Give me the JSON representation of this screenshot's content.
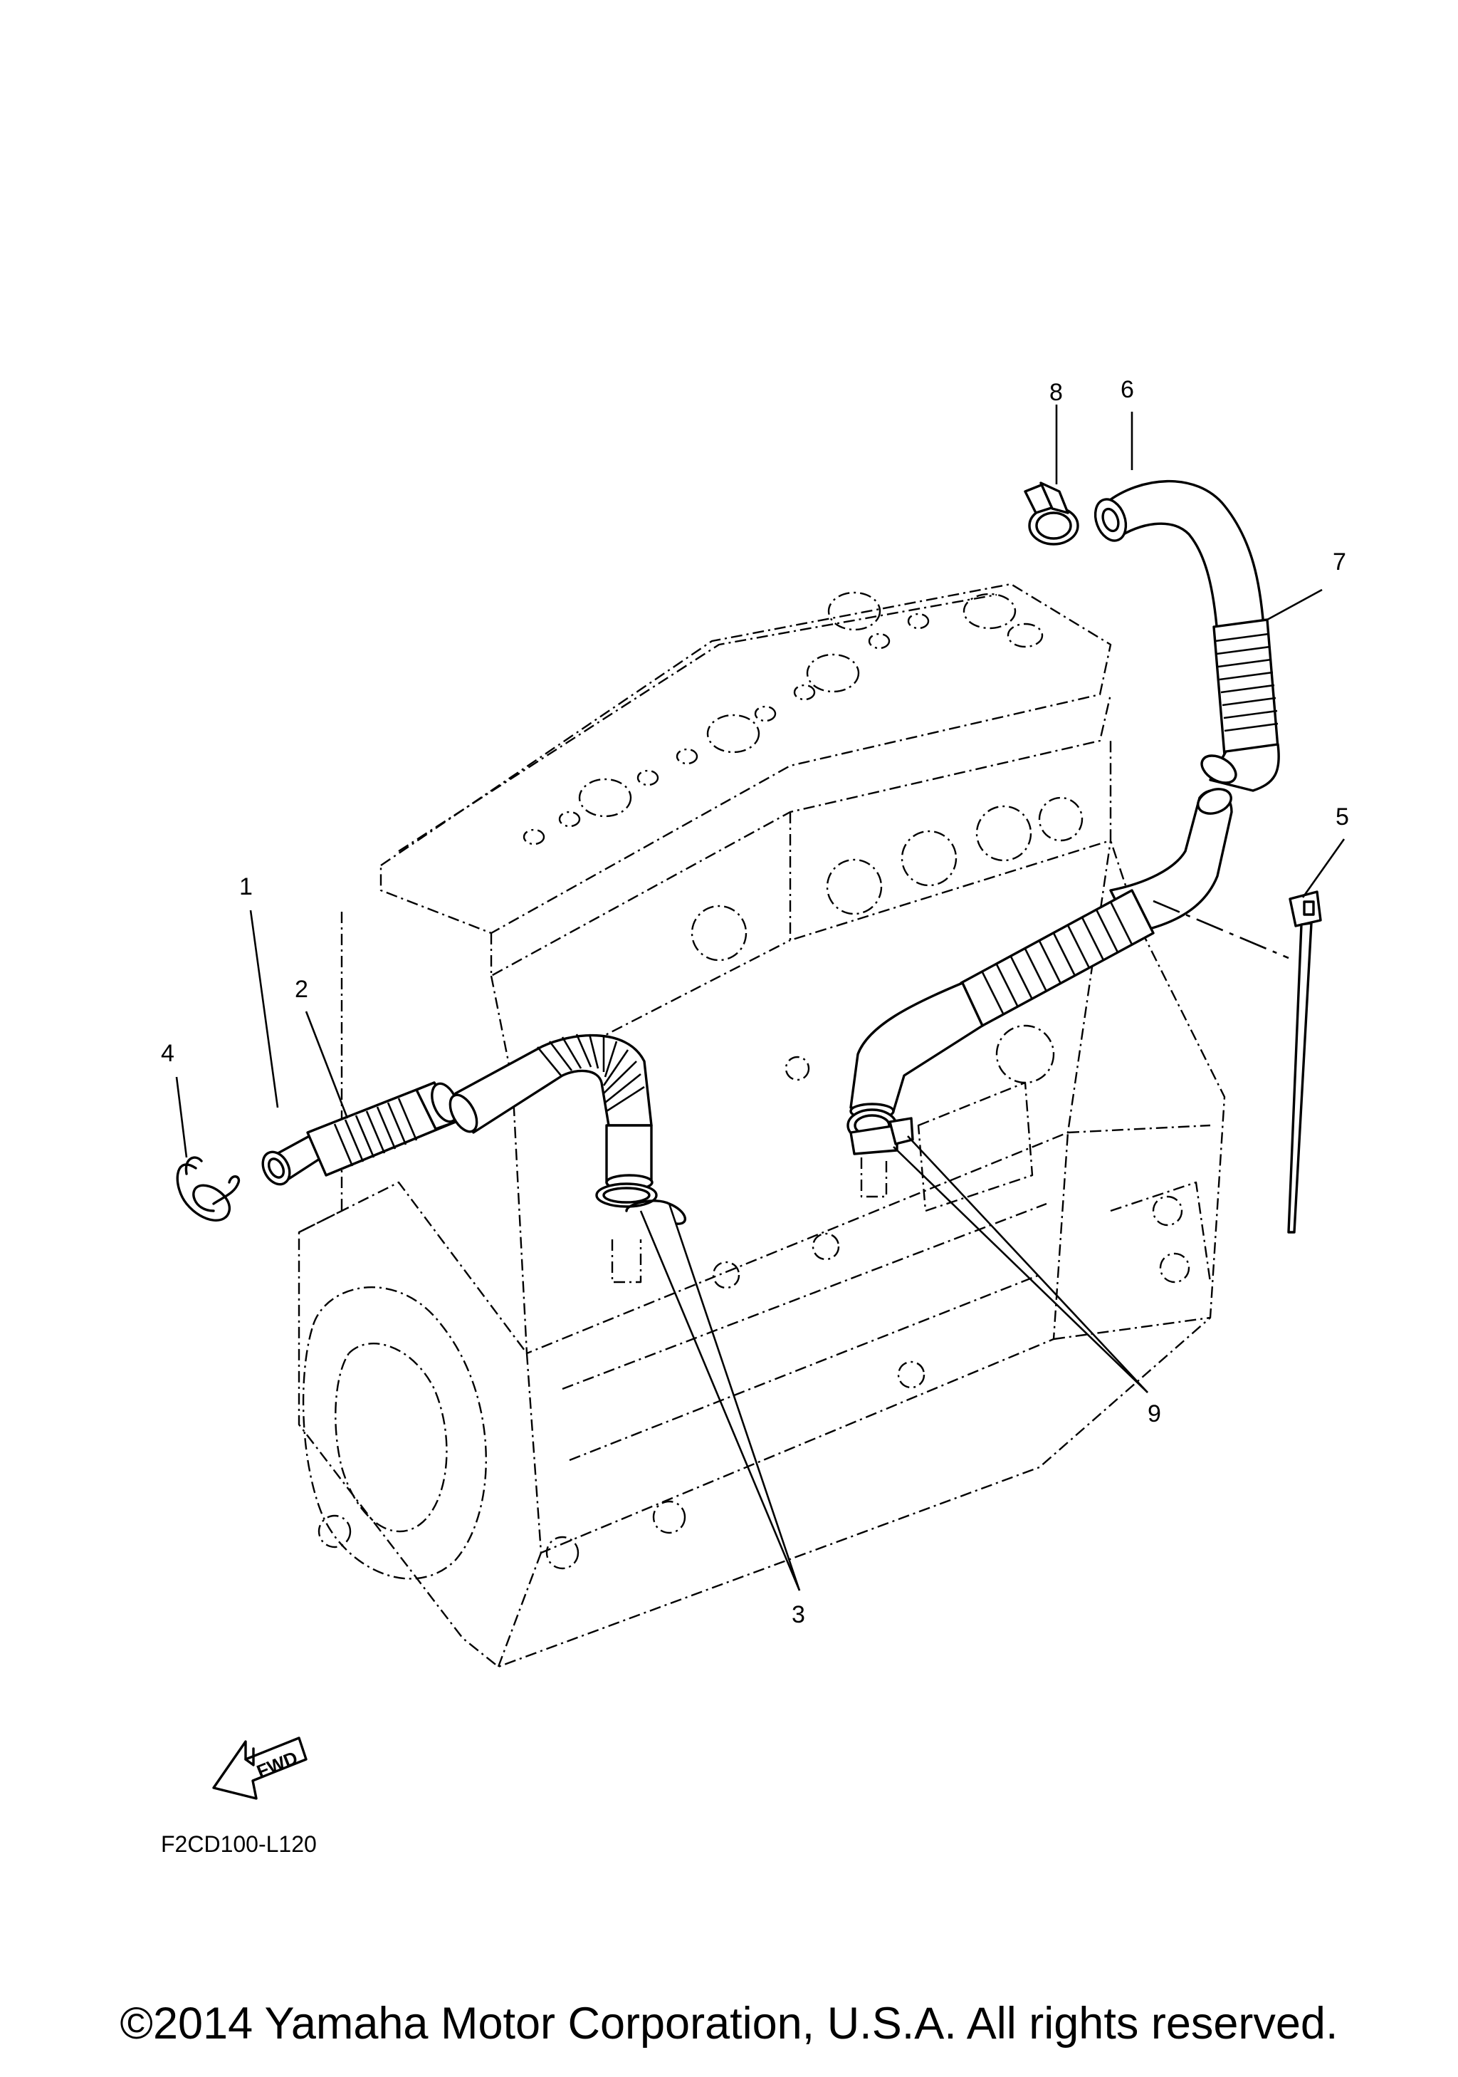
{
  "diagram": {
    "callouts": [
      {
        "id": "1",
        "label": "1"
      },
      {
        "id": "2",
        "label": "2"
      },
      {
        "id": "3",
        "label": "3"
      },
      {
        "id": "4",
        "label": "4"
      },
      {
        "id": "5",
        "label": "5"
      },
      {
        "id": "6",
        "label": "6"
      },
      {
        "id": "7",
        "label": "7"
      },
      {
        "id": "8",
        "label": "8"
      },
      {
        "id": "9",
        "label": "9"
      }
    ],
    "fwd_label": "FWD",
    "figure_code": "F2CD100-L120"
  },
  "footer": {
    "copyright": "©2014 Yamaha Motor Corporation, U.S.A. All rights reserved."
  }
}
